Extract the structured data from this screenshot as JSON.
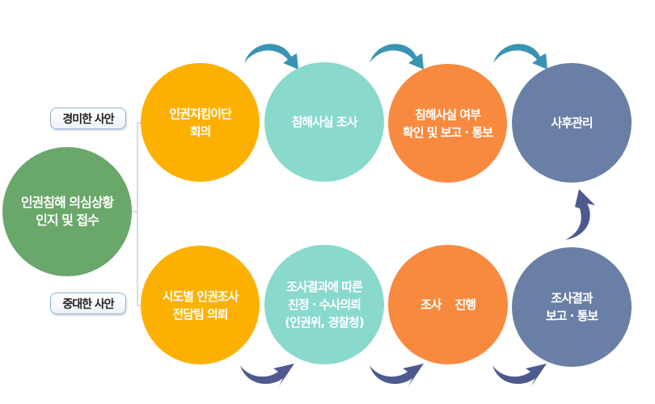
{
  "start": {
    "label": "인권침해 의심상황\n인지 및 접수"
  },
  "branches": [
    {
      "label": "경미한 사안",
      "steps": [
        {
          "label": "인권지킴이단\n회의"
        },
        {
          "label": "침해사실 조사"
        },
        {
          "label": "침해사실 여부\n확인 및 보고 · 통보"
        },
        {
          "label": "사후관리"
        }
      ]
    },
    {
      "label": "중대한 사안",
      "steps": [
        {
          "label": "시도별 인권조사\n전담팀 의뢰"
        },
        {
          "label": "조사결과에  따른\n진정 · 수사의뢰\n(인권위, 경찰청)"
        },
        {
          "label": "조사    진행"
        },
        {
          "label": "조사결과\n보고 · 통보"
        }
      ]
    }
  ],
  "colors": {
    "green": "#6aa76b",
    "yellow": "#fcb102",
    "teal": "#89d9cd",
    "orange": "#f78a3f",
    "slate": "#6a7fa5",
    "arrow_top": "#3a93b3",
    "arrow_bottom": "#4e5a8e"
  }
}
